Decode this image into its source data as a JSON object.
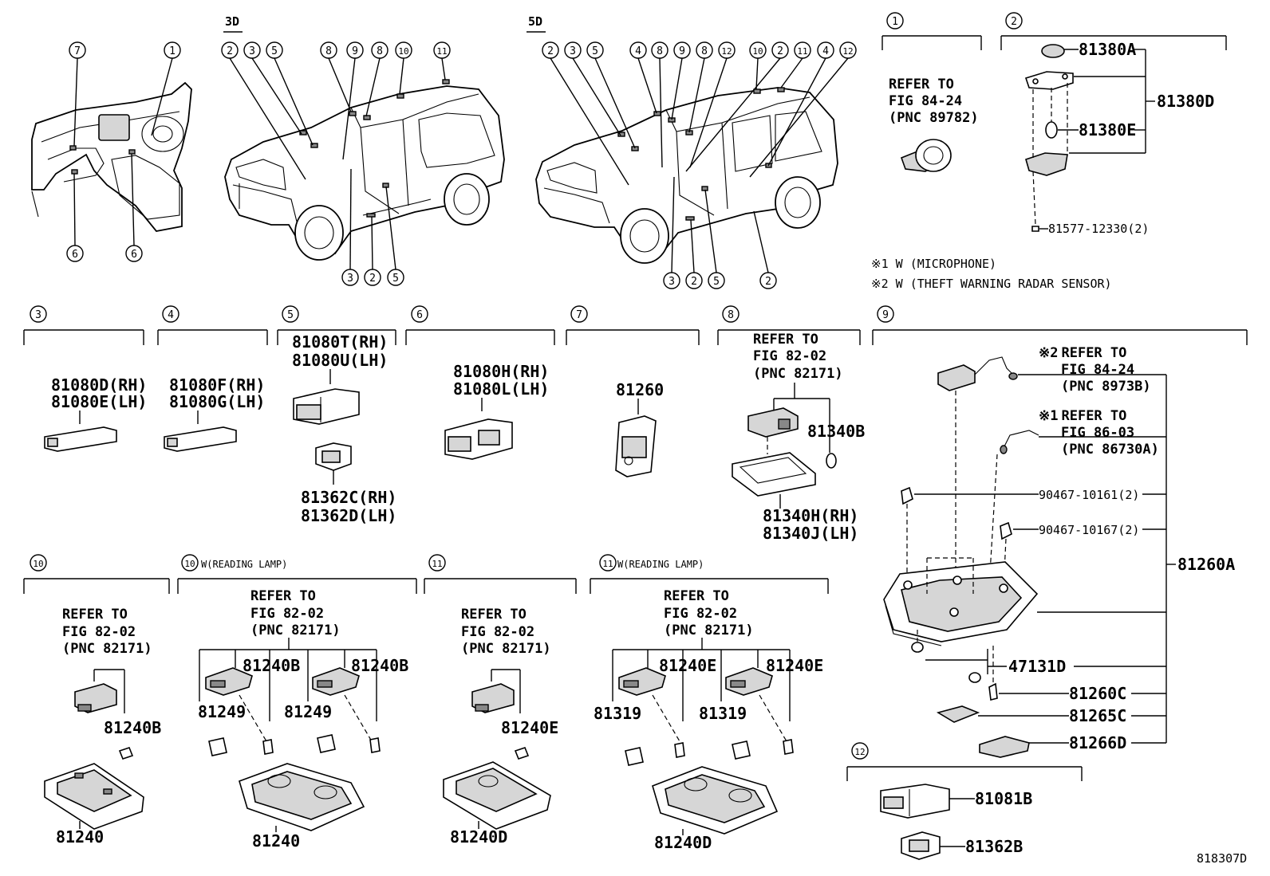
{
  "variants": {
    "three_door": "3D",
    "five_door": "5D"
  },
  "notes": {
    "note1": "※1 W (MICROPHONE)",
    "note2": "※2 W (THEFT WARNING RADAR SENSOR)"
  },
  "callout_numbers": [
    "1",
    "2",
    "3",
    "4",
    "5",
    "6",
    "7",
    "8",
    "9",
    "10",
    "11",
    "12"
  ],
  "refs": {
    "ref_to": "REFER TO",
    "fig_84_24": "FIG 84-24",
    "pnc_89782": "(PNC 89782)",
    "fig_82_02": "FIG 82-02",
    "pnc_82171": "(PNC 82171)",
    "fig_86_03": "FIG 86-03",
    "pnc_8973b": "(PNC 8973B)",
    "pnc_86730a": "(PNC 86730A)",
    "star1": "※1",
    "star2": "※2"
  },
  "reading_lamp": "W(READING LAMP)",
  "parts": {
    "p81380A": "81380A",
    "p81380D": "81380D",
    "p81380E": "81380E",
    "p81577": "81577-12330(2)",
    "p81080D": "81080D(RH)",
    "p81080E": "81080E(LH)",
    "p81080F": "81080F(RH)",
    "p81080G": "81080G(LH)",
    "p81080T": "81080T(RH)",
    "p81080U": "81080U(LH)",
    "p81362C": "81362C(RH)",
    "p81362D": "81362D(LH)",
    "p81080H": "81080H(RH)",
    "p81080L": "81080L(LH)",
    "p81260": "81260",
    "p81340B": "81340B",
    "p81340H": "81340H(RH)",
    "p81340J": "81340J(LH)",
    "p90467_161": "90467-10161(2)",
    "p90467_167": "90467-10167(2)",
    "p81260A": "81260A",
    "p47131D": "47131D",
    "p81260C": "81260C",
    "p81265C": "81265C",
    "p81266D": "81266D",
    "p81240B": "81240B",
    "p81240": "81240",
    "p81249": "81249",
    "p81240E": "81240E",
    "p81240D": "81240D",
    "p81319": "81319",
    "p81081B": "81081B",
    "p81362B": "81362B"
  },
  "figure_code": "818307D"
}
